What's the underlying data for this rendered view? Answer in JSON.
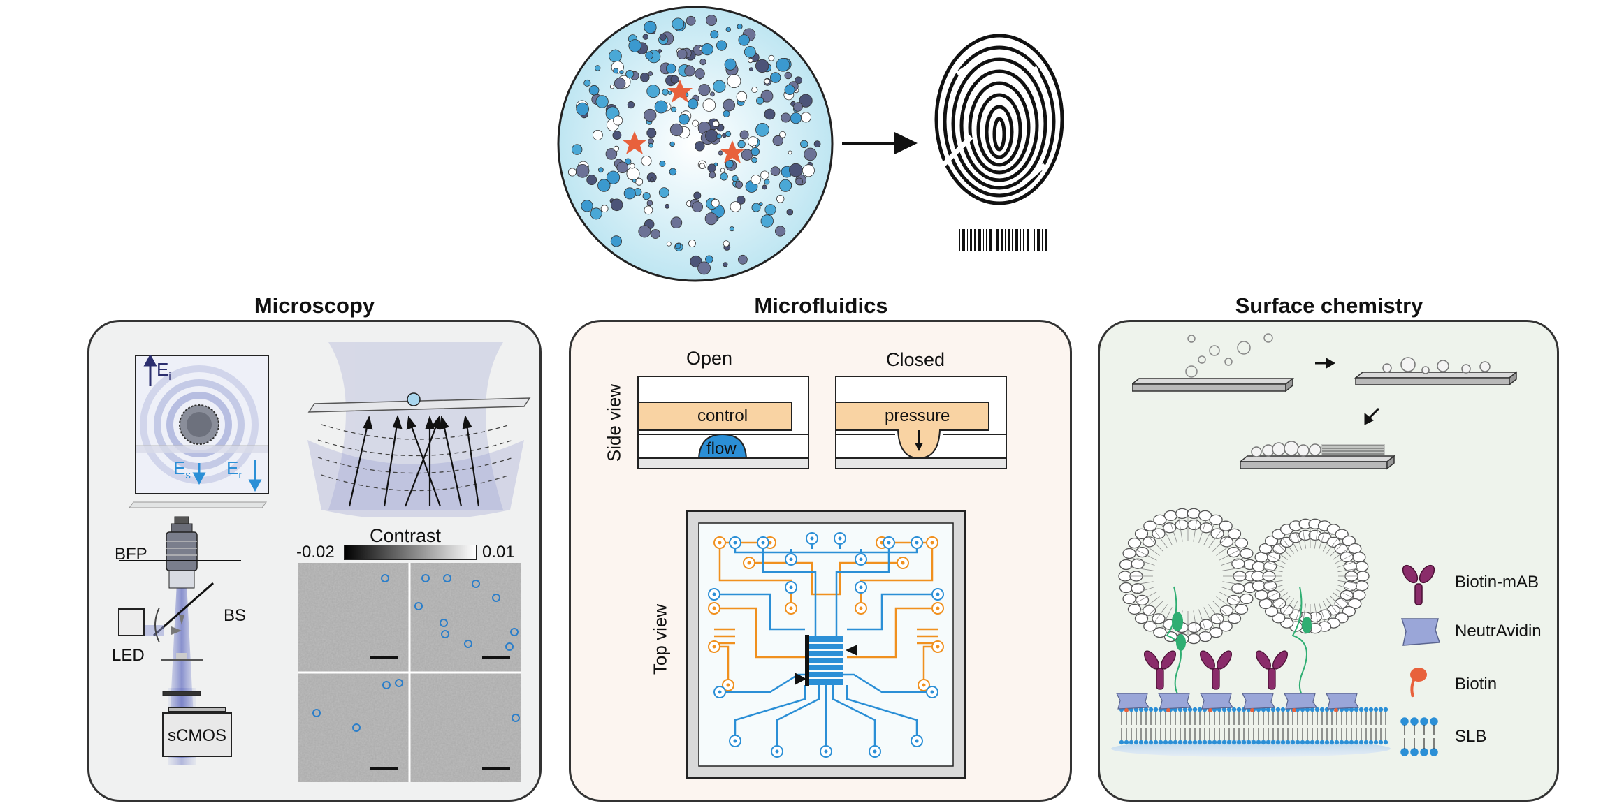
{
  "panels": {
    "microscopy": {
      "title": "Microscopy",
      "labels": {
        "e_i": "E",
        "e_i_sub": "i",
        "e_s": "E",
        "e_s_sub": "s",
        "e_r": "E",
        "e_r_sub": "r",
        "bfp": "BFP",
        "bs": "BS",
        "led": "LED",
        "camera": "sCMOS",
        "contrast": "Contrast",
        "contrast_min": "-0.02",
        "contrast_max": "0.01"
      }
    },
    "microfluidics": {
      "title": "Microfluidics",
      "labels": {
        "open": "Open",
        "closed": "Closed",
        "side_view": "Side view",
        "top_view": "Top view",
        "control": "control",
        "pressure": "pressure",
        "flow": "flow"
      }
    },
    "surface_chemistry": {
      "title": "Surface chemistry",
      "legend": [
        {
          "label": "Biotin-mAB",
          "icon": "antibody-icon"
        },
        {
          "label": "NeutrAvidin",
          "icon": "neutravidin-icon"
        },
        {
          "label": "Biotin",
          "icon": "biotin-icon"
        },
        {
          "label": "SLB",
          "icon": "lipid-bilayer-icon"
        }
      ]
    }
  },
  "colors": {
    "blue": "#2b8fd6",
    "orange": "#f0901e",
    "peach": "#f9d3a3",
    "purple": "#8a2c6a",
    "lavender": "#9aa6d8",
    "green": "#2fae72",
    "star": "#e8613c"
  }
}
